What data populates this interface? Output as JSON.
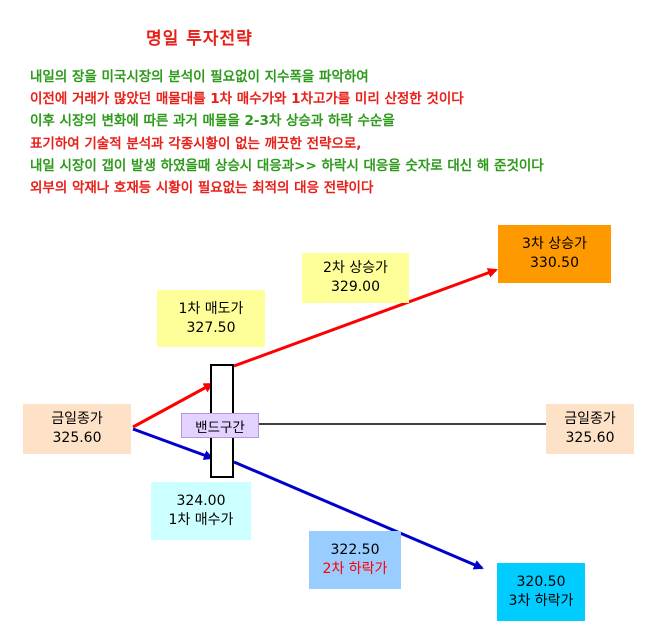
{
  "title": "명일 투자전략",
  "description": [
    {
      "text": "내일의 장을 미국시장의 분석이 필요없이 지수폭을 파악하여",
      "color": "#2e9a1c"
    },
    {
      "text": "이전에 거래가 많았던 매물대를 1차 매수가와 1차고가를 미리 산정한 것이다",
      "color": "#e8201a"
    },
    {
      "text": "이후 시장의 변화에 따른 과거 매물을 2-3차 상승과 하락 수순을",
      "color": "#2e9a1c"
    },
    {
      "text": "표기하여 기술적  분석과 각종시황이 없는 깨끗한 전략으로,",
      "color": "#e8201a"
    },
    {
      "text": "내일 시장이 갭이 발생 하였을때 상승시 대응과>> 하락시 대응을 숫자로 대신 해 준것이다",
      "color": "#2e9a1c"
    },
    {
      "text": "외부의 악재나 호재등  시황이 필요없는 최적의 대응 전략이다",
      "color": "#e8201a"
    }
  ],
  "band_label": "밴드구간",
  "boxes": {
    "close_left": {
      "line1": "금일종가",
      "line2": "325.60",
      "bg": "#fde2c8"
    },
    "sell1": {
      "line1": "1차 매도가",
      "line2": "327.50",
      "bg": "#ffff99"
    },
    "up2": {
      "line1": "2차 상승가",
      "line2": "329.00",
      "bg": "#ffff99"
    },
    "up3": {
      "line1": "3차 상승가",
      "line2": "330.50",
      "bg": "#ff9900"
    },
    "close_right": {
      "line1": "금일종가",
      "line2": "325.60",
      "bg": "#fde2c8"
    },
    "buy1": {
      "line1": "324.00",
      "line2": "1차 매수가",
      "bg": "#ccffff"
    },
    "down2": {
      "line1": "322.50",
      "line2": "2차 하락가",
      "bg": "#99ccff"
    },
    "down3": {
      "line1": "320.50",
      "line2": "3차 하락가",
      "bg": "#00ccff"
    }
  },
  "colors": {
    "up_arrow": "#ff0000",
    "down_arrow": "#0000cc",
    "line2_red": "#ff0000"
  }
}
